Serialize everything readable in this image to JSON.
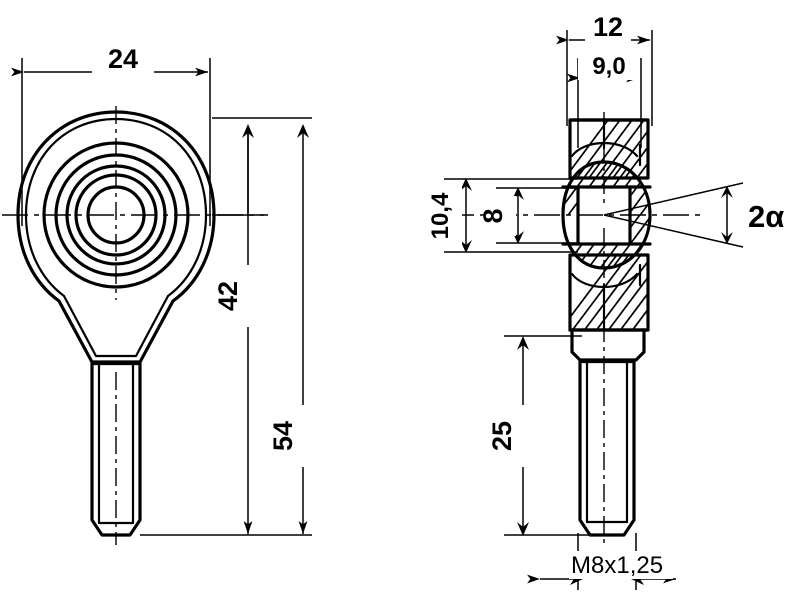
{
  "drawing": {
    "title": "Rod end bearing technical drawing",
    "background_color": "#ffffff",
    "line_color": "#000000",
    "views": [
      {
        "name": "front-view",
        "description": "Rod end front elevation with concentric bore circles"
      },
      {
        "name": "side-section-view",
        "description": "Rod end side section with spherical plain bearing and threaded shank"
      }
    ]
  },
  "dimensions": {
    "width_head": "24",
    "height_center_to_end": "42",
    "overall_length": "54",
    "housing_width": "12",
    "inner_width": "9,0",
    "bore_outer": "10,4",
    "bore_inner": "8",
    "thread_length": "25",
    "swivel_angle": "2α",
    "thread_spec": "M8x1,25"
  },
  "labels": {
    "d24": "24",
    "d42": "42",
    "d54": "54",
    "d12": "12",
    "d90": "9,0",
    "d104": "10,4",
    "d8": "8",
    "d25": "25",
    "dalpha": "2α",
    "dthread": "M8x1,25"
  }
}
